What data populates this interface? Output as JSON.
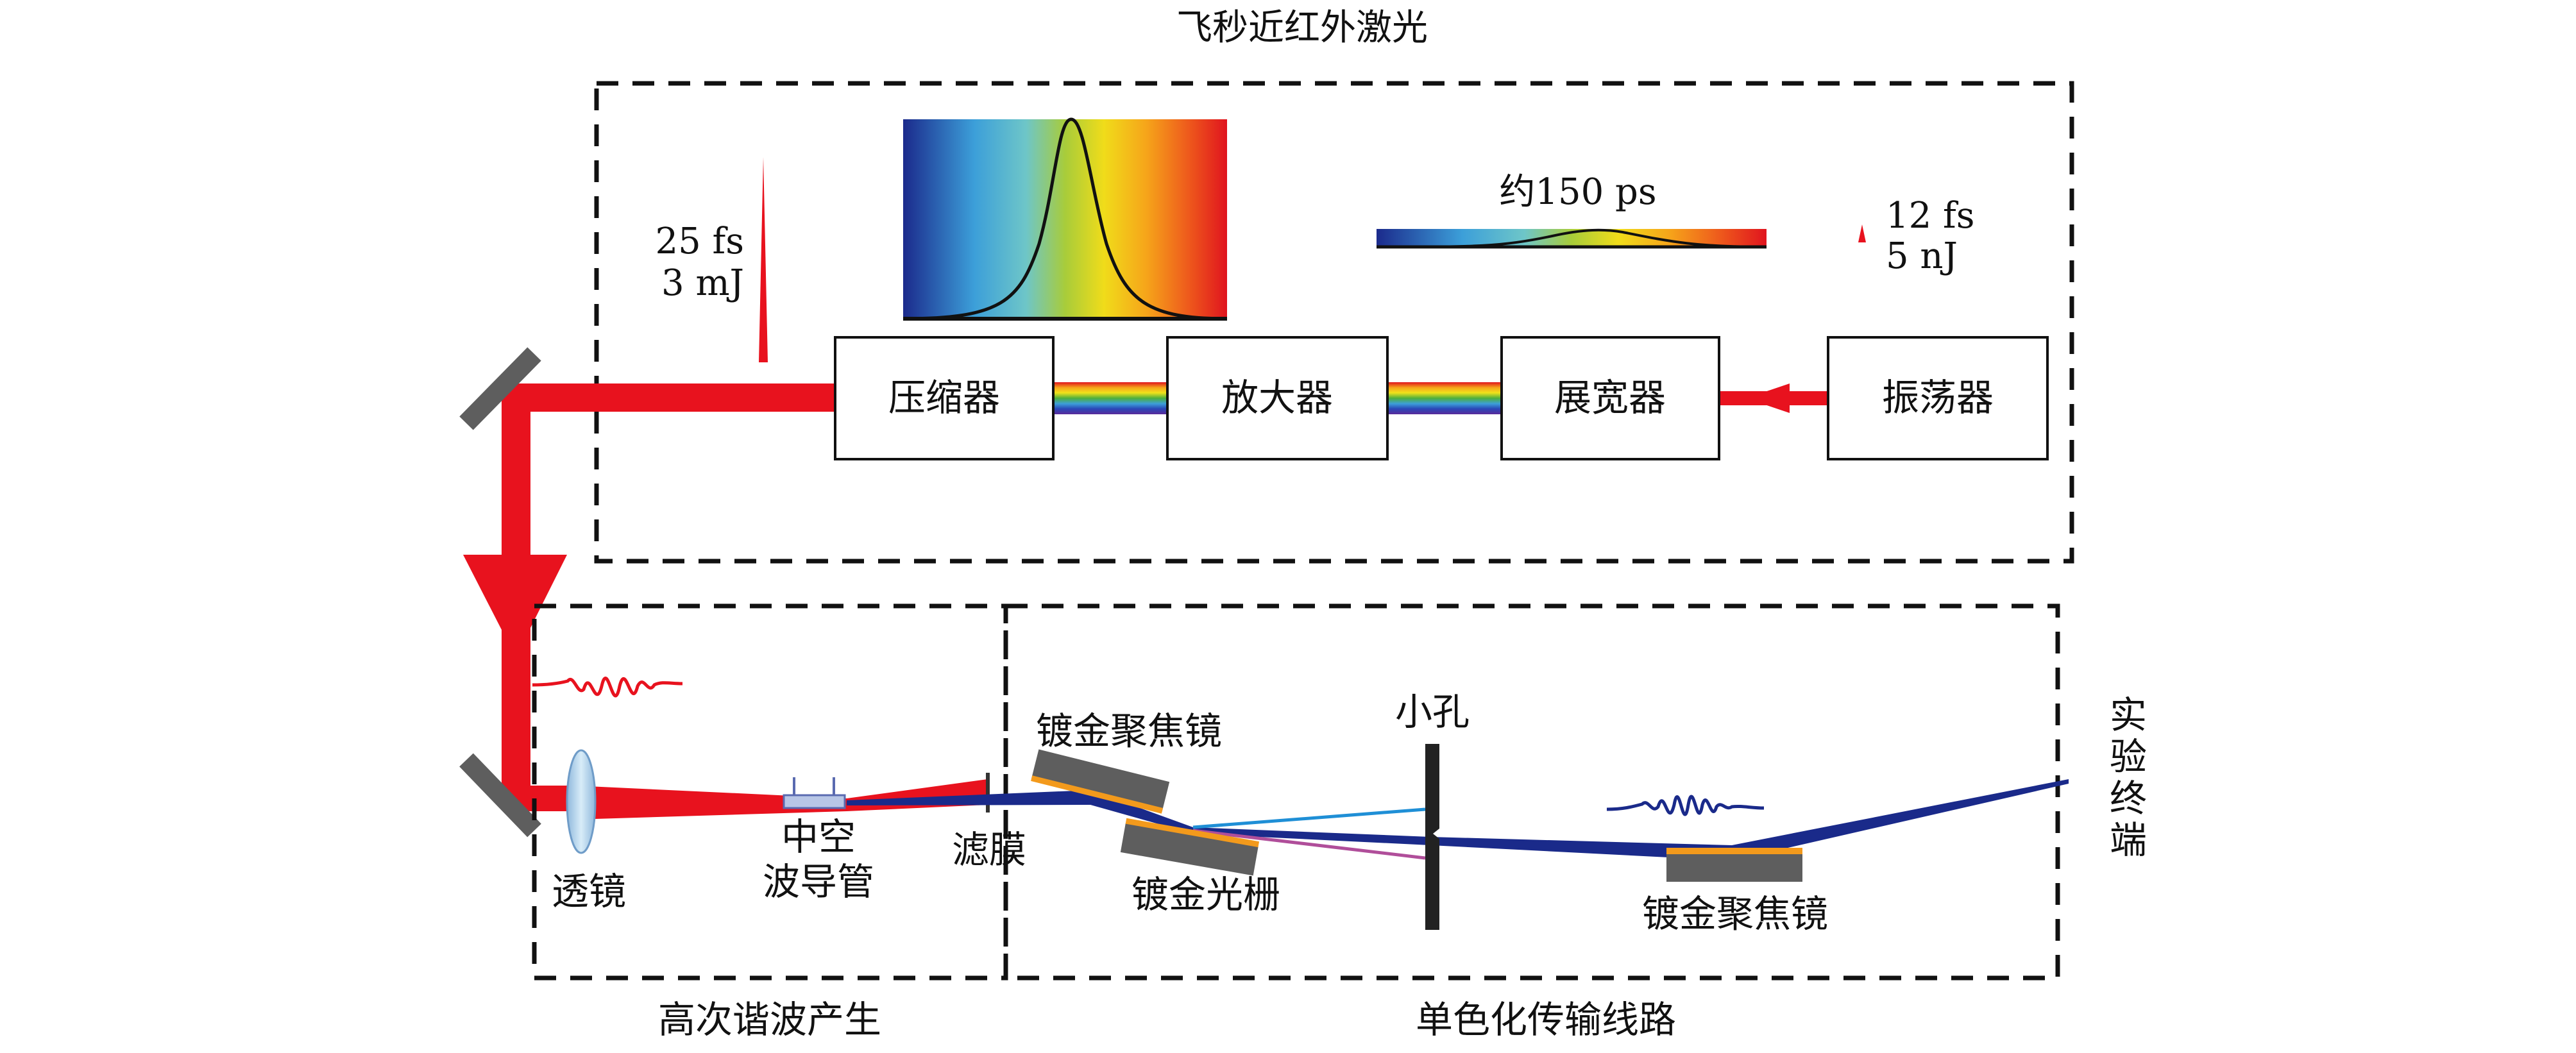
{
  "diagram": {
    "laser_section": {
      "title": "飞秒近红外激光",
      "oscillator": "振荡器",
      "stretcher": "展宽器",
      "amplifier": "放大器",
      "compressor": "压缩器",
      "output_pulse": {
        "duration": "25 fs",
        "energy": "3 mJ"
      },
      "seed_pulse": {
        "duration": "12 fs",
        "energy": "5 nJ"
      },
      "stretched_pulse": "约150 ps"
    },
    "hhg_section": {
      "title": "高次谐波产生",
      "lens": "透镜",
      "fiber_line1": "中空",
      "fiber_line2": "波导管",
      "filter": "滤膜"
    },
    "beamline_section": {
      "title": "单色化传输线路",
      "mirror1": "镀金聚焦镜",
      "grating": "镀金光栅",
      "slit": "小孔",
      "mirror2": "镀金聚焦镜",
      "endstation": [
        "实",
        "验",
        "终",
        "端"
      ]
    },
    "colors": {
      "laser_red": "#e8121e",
      "xuv_blue": "#1a2a8a",
      "gold": "#f39a1c",
      "optic_gray": "#5e5e5e"
    }
  }
}
